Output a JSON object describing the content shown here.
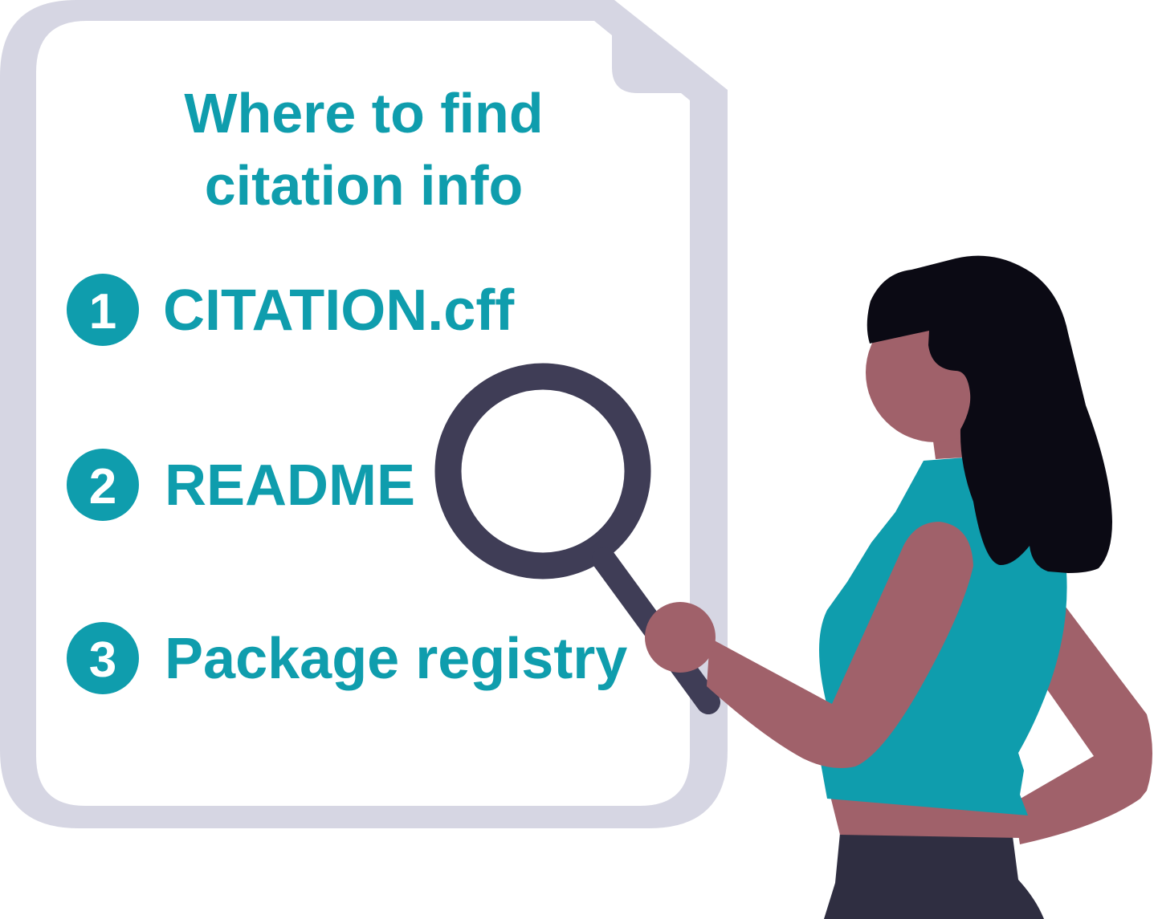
{
  "document": {
    "title_line1": "Where to find",
    "title_line2": "citation info",
    "items": [
      {
        "number": "1",
        "label": "CITATION.cff"
      },
      {
        "number": "2",
        "label": "README"
      },
      {
        "number": "3",
        "label": "Package registry"
      }
    ]
  },
  "colors": {
    "accent": "#0F9DAD",
    "document_border": "#D6D6E3",
    "magnifier": "#3F3D56",
    "hair": "#0B0A14",
    "skin": "#A0616A",
    "pants": "#2F2E41",
    "background": "#FFFFFF"
  },
  "icons": {
    "magnifier": "magnifying-glass-icon",
    "person": "woman-illustration"
  }
}
